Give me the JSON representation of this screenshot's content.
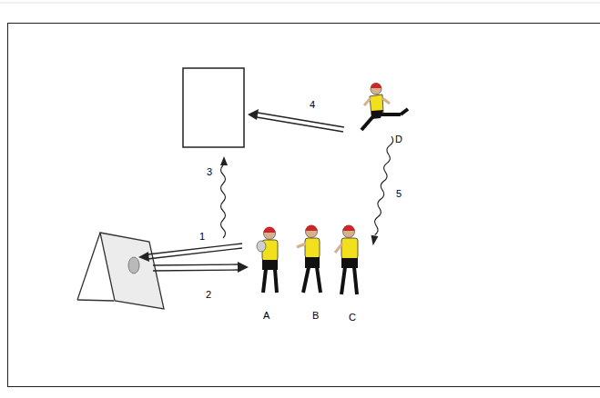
{
  "diagram": {
    "labels": [
      "4",
      "D",
      "3",
      "5",
      "1",
      "2",
      "A",
      "B",
      "C"
    ]
  }
}
